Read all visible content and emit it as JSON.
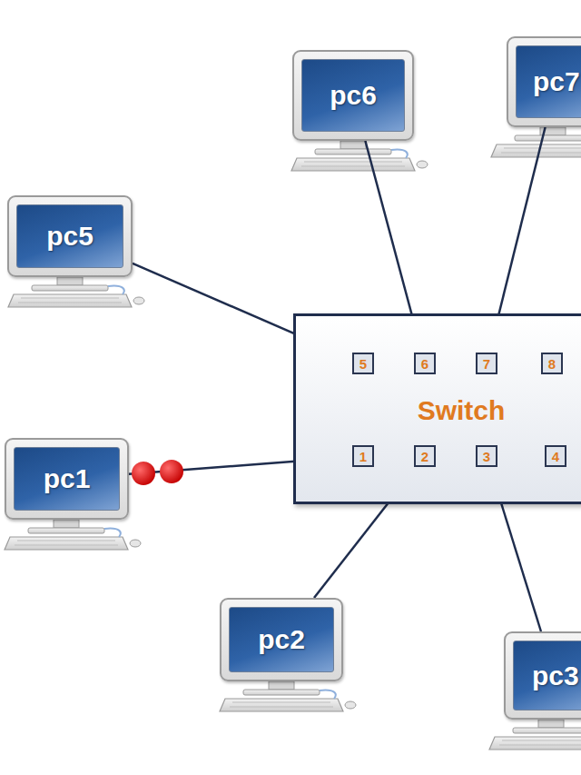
{
  "diagram": {
    "nodes": [
      {
        "text": [
          "pc6"
        ]
      },
      {
        "text": [
          "pc7"
        ]
      },
      {
        "text": [
          "pc5"
        ]
      },
      {
        "text": [
          "Switch"
        ]
      },
      {
        "text": [
          "5"
        ],
        "in": 3
      },
      {
        "text": [
          "6"
        ],
        "in": 3
      },
      {
        "text": [
          "7"
        ],
        "in": 3
      },
      {
        "text": [
          "8"
        ],
        "in": 3
      },
      {
        "text": [
          "1"
        ],
        "in": 3
      },
      {
        "text": [
          "2"
        ],
        "in": 3
      },
      {
        "text": [
          "3"
        ],
        "in": 3
      },
      {
        "text": [
          "4"
        ],
        "in": 3
      },
      {
        "text": [
          "pc1"
        ]
      },
      {
        "text": [
          "pc2"
        ]
      },
      {
        "text": [
          "pc3"
        ]
      }
    ],
    "edges": [
      {
        "from": 0,
        "to": 5,
        "arrow": "none"
      },
      {
        "from": 1,
        "to": 6,
        "arrow": "none"
      },
      {
        "from": 2,
        "to": 4,
        "arrow": "none"
      },
      {
        "from": 12,
        "to": 8,
        "arrow": "none"
      },
      {
        "from": 13,
        "to": 9,
        "arrow": "none"
      },
      {
        "from": 14,
        "to": 10,
        "arrow": "none"
      }
    ]
  }
}
